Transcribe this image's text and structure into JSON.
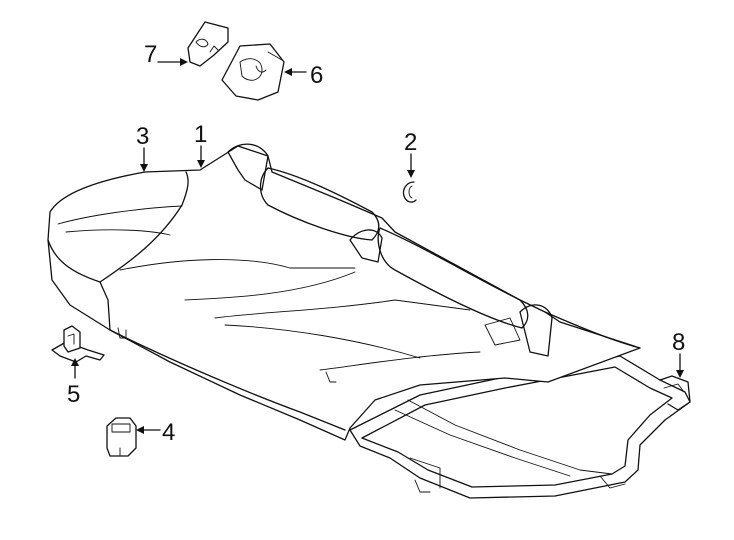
{
  "diagram": {
    "parts": [
      {
        "id": "cover",
        "callout": "1"
      },
      {
        "id": "clip-ring",
        "callout": "2"
      },
      {
        "id": "cushion-pad",
        "callout": "3"
      },
      {
        "id": "hook-bracket",
        "callout": "4"
      },
      {
        "id": "clip-bracket",
        "callout": "5"
      },
      {
        "id": "guide-left",
        "callout": "6"
      },
      {
        "id": "guide-cap",
        "callout": "7"
      },
      {
        "id": "seat-frame",
        "callout": "8"
      }
    ]
  }
}
